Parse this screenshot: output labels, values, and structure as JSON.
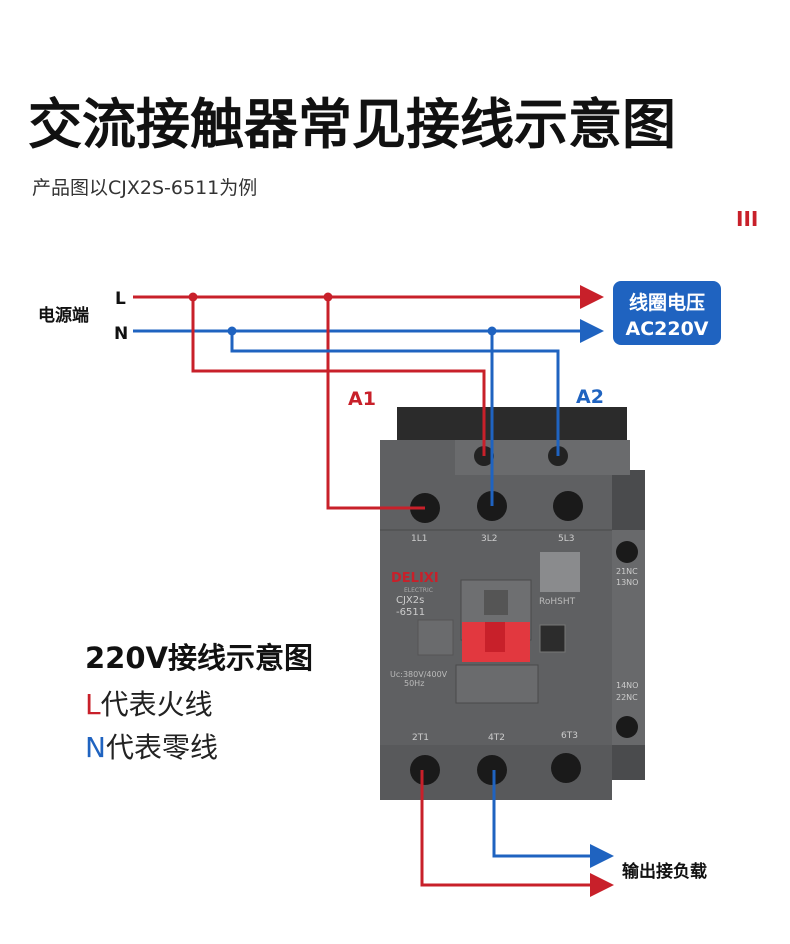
{
  "title": "交流接触器常见接线示意图",
  "subtitle": "产品图以CJX2S-6511为例",
  "mark": "III",
  "power": {
    "label": "电源端",
    "L": "L",
    "N": "N"
  },
  "coil_badge": {
    "line1": "线圈电压",
    "line2": "AC220V"
  },
  "terminals": {
    "A1": "A1",
    "A2": "A2"
  },
  "output_label": "输出接负载",
  "legend": {
    "heading": "220V接线示意图",
    "l_letter": "L",
    "l_text": "代表火线",
    "n_letter": "N",
    "n_text": "代表零线"
  },
  "contactor": {
    "brand": "DELIXI",
    "brand_sub": "ELECTRIC",
    "model1": "CJX2s",
    "model2": "-6511",
    "top_labels": [
      "1L1",
      "3L2",
      "5L3"
    ],
    "bottom_labels": [
      "2T1",
      "4T2",
      "6T3"
    ],
    "aux_top": [
      "21NC",
      "13NO"
    ],
    "aux_bottom": [
      "14NO",
      "22NC"
    ],
    "rating1": "Uc:380V/400V",
    "rating2": "50Hz",
    "cert": "RoHSHT"
  },
  "colors": {
    "live": "#c8202a",
    "neutral": "#1f63c0",
    "badge": "#1f63c0",
    "body": "#5f6062"
  }
}
